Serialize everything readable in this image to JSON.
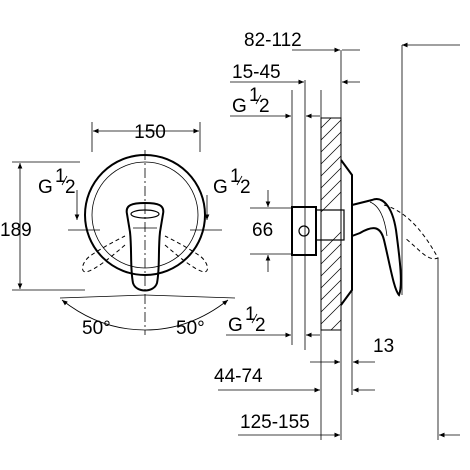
{
  "labels": {
    "d_82_112": "82-112",
    "d_15_45": "15-45",
    "thread_right_top": "G",
    "thread_left_front": "G",
    "thread_right_front": "G",
    "thread_bottom": "G",
    "fraction": "1/2",
    "d_150": "150",
    "d_189": "189",
    "d_66": "66",
    "d_50_left": "50°",
    "d_50_right": "50°",
    "d_13": "13",
    "d_44_74": "44-74",
    "d_125_155": "125-155"
  }
}
